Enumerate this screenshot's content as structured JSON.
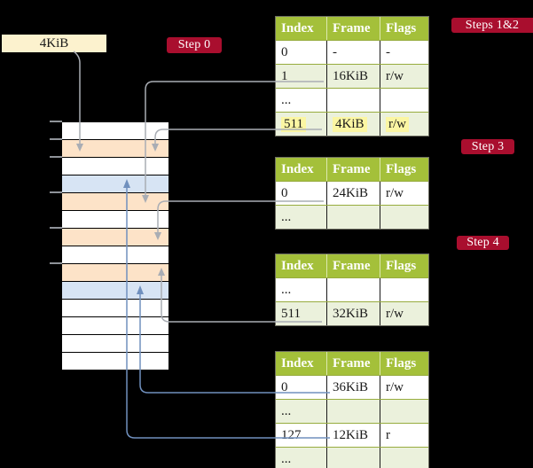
{
  "legend": {
    "label": "4KiB"
  },
  "badges": {
    "step0": "Step 0",
    "steps_1_2": "Steps 1&2",
    "step3": "Step 3",
    "step4": "Step 4"
  },
  "memory_column": {
    "description": "physical memory frames, one row = 4KiB frame",
    "rows": [
      "white",
      "orange",
      "white",
      "blue",
      "orange",
      "white",
      "orange",
      "white",
      "orange",
      "blue",
      "white",
      "white",
      "white",
      "white"
    ],
    "tick_count": 6
  },
  "tables": [
    {
      "id": "page-table-steps-1-2",
      "headers": [
        "Index",
        "Frame",
        "Flags"
      ],
      "rows": [
        [
          "0",
          "-",
          "-"
        ],
        [
          "1",
          "16KiB",
          "r/w"
        ],
        [
          "...",
          "",
          ""
        ],
        [
          "511",
          "4KiB",
          "r/w"
        ]
      ],
      "highlighted_row": 3
    },
    {
      "id": "page-table-step-3",
      "headers": [
        "Index",
        "Frame",
        "Flags"
      ],
      "rows": [
        [
          "0",
          "24KiB",
          "r/w"
        ],
        [
          "...",
          "",
          ""
        ]
      ]
    },
    {
      "id": "page-table-step-4a",
      "headers": [
        "Index",
        "Frame",
        "Flags"
      ],
      "rows": [
        [
          "...",
          "",
          ""
        ],
        [
          "511",
          "32KiB",
          "r/w"
        ]
      ]
    },
    {
      "id": "page-table-step-4b",
      "headers": [
        "Index",
        "Frame",
        "Flags"
      ],
      "rows": [
        [
          "0",
          "36KiB",
          "r/w"
        ],
        [
          "...",
          "",
          ""
        ],
        [
          "127",
          "12KiB",
          "r"
        ],
        [
          "...",
          "",
          ""
        ]
      ]
    }
  ],
  "arrows": [
    {
      "from": "legend-4KiB-box",
      "to": "memory-frame-4KiB",
      "color": "gray"
    },
    {
      "from": "table1-row-index-1",
      "to": "memory-frame-16KiB",
      "color": "gray"
    },
    {
      "from": "table1-row-index-511",
      "to": "memory-frame-4KiB",
      "color": "gray"
    },
    {
      "from": "table2-row-index-0",
      "to": "memory-frame-24KiB",
      "color": "gray"
    },
    {
      "from": "table3-row-index-511",
      "to": "memory-frame-32KiB",
      "color": "gray"
    },
    {
      "from": "table4-row-index-0",
      "to": "memory-frame-36KiB",
      "color": "blue"
    },
    {
      "from": "table4-row-index-127",
      "to": "memory-frame-12KiB",
      "color": "blue"
    }
  ],
  "colors": {
    "badge_red": "#A90E2E",
    "table_header_green": "#A4C03A",
    "table_row_green": "#EBF1DC",
    "highlight_yellow": "#FBF6A3",
    "page_table_frame_orange": "#FDE3C8",
    "data_page_blue": "#D7E4F4",
    "legend_cream": "#FCF2CE",
    "arrow_gray": "#A9ADB4",
    "arrow_blue": "#7090BE"
  }
}
